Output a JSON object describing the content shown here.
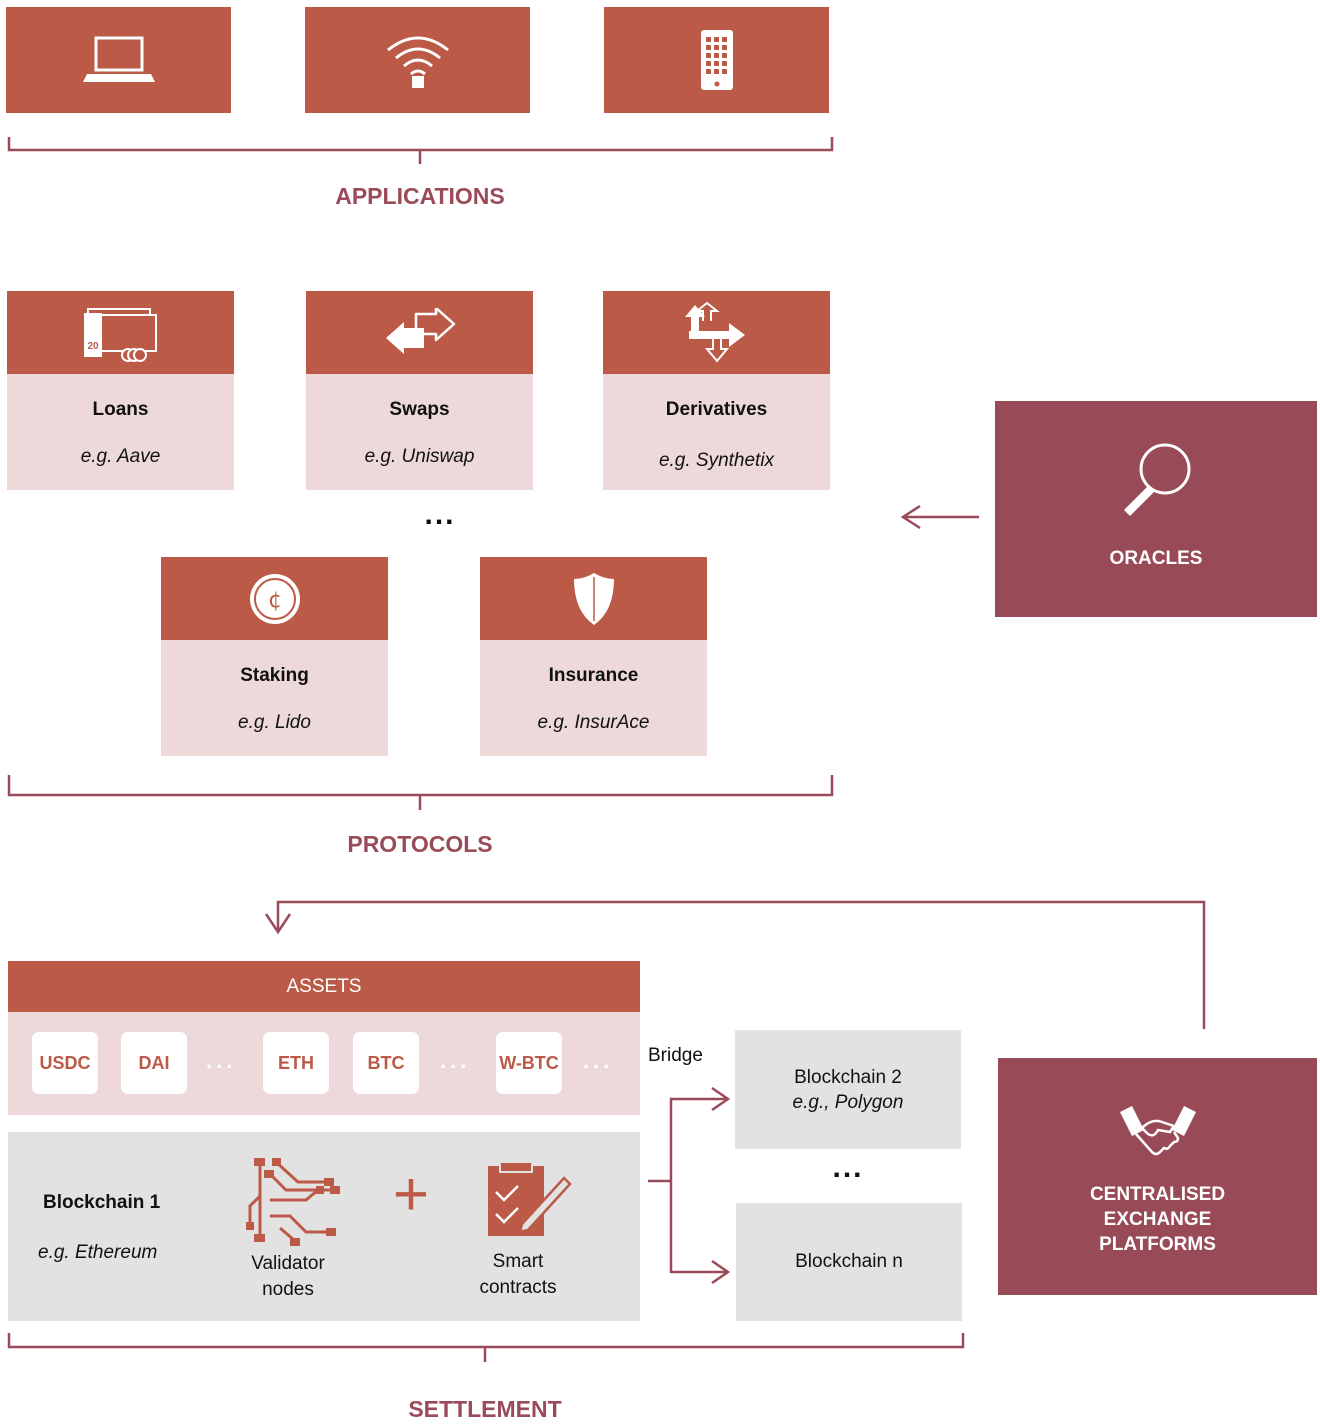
{
  "applications": {
    "label": "APPLICATIONS",
    "icons": [
      "laptop-icon",
      "wifi-icon",
      "tablet-icon"
    ]
  },
  "protocols": {
    "label": "PROTOCOLS",
    "ellipsis": "...",
    "items": [
      {
        "name": "Loans",
        "example": "e.g. Aave",
        "icon": "cash-icon",
        "badge": "20"
      },
      {
        "name": "Swaps",
        "example": "e.g. Uniswap",
        "icon": "swap-arrows-icon"
      },
      {
        "name": "Derivatives",
        "example": "e.g. Synthetix",
        "icon": "multi-arrows-icon"
      },
      {
        "name": "Staking",
        "example": "e.g. Lido",
        "icon": "coin-icon",
        "coin_symbol": "¢"
      },
      {
        "name": "Insurance",
        "example": "e.g. InsurAce",
        "icon": "shield-icon"
      }
    ]
  },
  "oracles": {
    "label": "ORACLES",
    "icon": "magnifier-icon"
  },
  "settlement": {
    "label": "SETTLEMENT",
    "assets": {
      "header": "ASSETS",
      "chips": [
        "USDC",
        "DAI",
        "ETH",
        "BTC",
        "W-BTC"
      ],
      "ellipsis": "..."
    },
    "blockchain1": {
      "name": "Blockchain 1",
      "example": "e.g. Ethereum",
      "validator_label": [
        "Validator",
        "nodes"
      ],
      "plus": "+",
      "contracts_label": [
        "Smart",
        "contracts"
      ]
    },
    "bridge_label": "Bridge",
    "blockchain2": {
      "name": "Blockchain 2",
      "example": "e.g., Polygon"
    },
    "ellipsis": "...",
    "blockchain_n": {
      "name": "Blockchain n"
    }
  },
  "cex": {
    "label_lines": [
      "CENTRALISED",
      "EXCHANGE",
      "PLATFORMS"
    ],
    "icon": "handshake-icon"
  },
  "colors": {
    "tile": "#bb5a46",
    "tile_light": "#edd9da",
    "accent": "#984a56",
    "label": "#9b4a59",
    "grey": "#e2e2e2"
  }
}
